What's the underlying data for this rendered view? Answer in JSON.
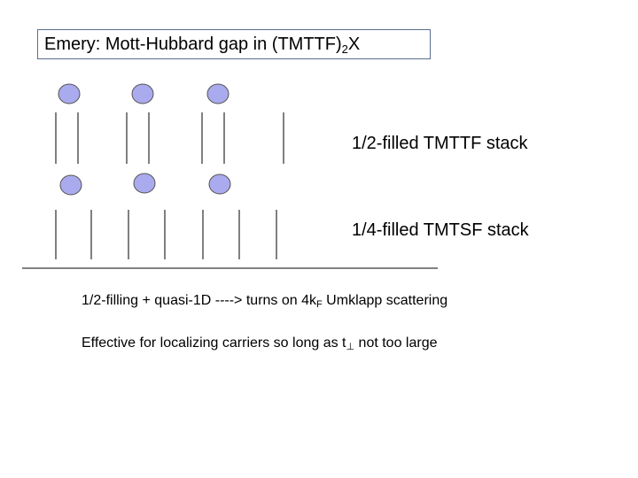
{
  "title": {
    "main": "Emery: Mott-Hubbard gap in (TMTTF)",
    "subscript": "2",
    "suffix": "X"
  },
  "stacks": [
    {
      "label": "1/2-filled TMTTF stack",
      "molecule_count": 3,
      "line_count": 7
    },
    {
      "label": "1/4-filled TMTSF stack",
      "molecule_count": 3,
      "line_count": 7
    }
  ],
  "notes": {
    "line1_prefix": "1/2-filling + quasi-1D ----> turns on 4k",
    "line1_subscript": "F",
    "line1_suffix": " Umklapp scattering",
    "line2_prefix": "Effective for localizing carriers so long as t",
    "line2_subscript": "⊥",
    "line2_suffix": " not too large"
  },
  "colors": {
    "molecule_fill": "#aaaaee",
    "molecule_stroke": "#555555",
    "line": "#000000",
    "title_border": "#5a6e90"
  }
}
